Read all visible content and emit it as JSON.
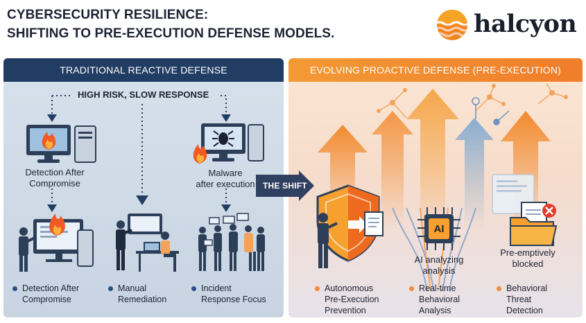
{
  "header": {
    "title_line1": "CYBERSECURITY RESILIENCE:",
    "title_line2": "SHIFTING TO PRE-EXECUTION DEFENSE MODELS."
  },
  "logo": {
    "word": "halcyon",
    "icon": "sun-waves-icon"
  },
  "left_panel": {
    "heading": "TRADITIONAL REACTIVE DEFENSE",
    "risk_label": "HIGH RISK, SLOW RESPONSE",
    "card1_line1": "Detection After",
    "card1_line2": "Compromise",
    "card2_line1": "Malware",
    "card2_line2": "after execution",
    "legend": [
      {
        "line1": "Detection After",
        "line2": "Compromise"
      },
      {
        "line1": "Manual",
        "line2": "Remediation"
      },
      {
        "line1": "Incident",
        "line2": "Response Focus"
      }
    ]
  },
  "shift_label": "THE SHIFT",
  "right_panel": {
    "heading": "EVOLVING PROACTIVE DEFENSE (PRE-EXECUTION)",
    "ai_chip": "AI",
    "ai_label_line1": "AI analyzing",
    "ai_label_line2": "analysis",
    "blocked_line1": "Pre-emptively",
    "blocked_line2": "blocked",
    "legend": [
      {
        "line1": "Autonomous",
        "line2": "Pre-Execution",
        "line3": "Prevention"
      },
      {
        "line1": "Real-time",
        "line2": "Behavioral",
        "line3": "Analysis"
      },
      {
        "line1": "Behavioral",
        "line2": "Threat",
        "line3": "Detection"
      }
    ]
  },
  "colors": {
    "navy": "#213d63",
    "orange": "#f07d2a",
    "left_bg": "#d2dde9",
    "right_bg": "#f8e2d0",
    "blue_dot": "#2a4f86",
    "orange_dot": "#f08a3a"
  }
}
